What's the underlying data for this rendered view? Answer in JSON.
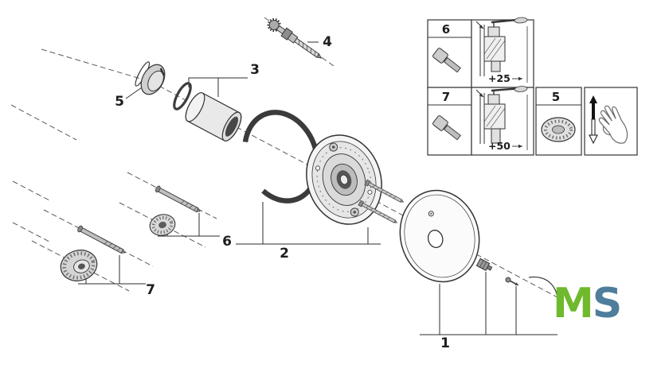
{
  "diagram": {
    "line_color": "#3a3a3a",
    "labels": {
      "p1": "1",
      "p2": "2",
      "p3": "3",
      "p4": "4",
      "p5": "5",
      "p6": "6",
      "p7": "7"
    },
    "inset": {
      "cell6": "6",
      "cell7": "7",
      "cell5": "5",
      "dim25": "+25",
      "dim50": "+50"
    },
    "watermark": {
      "m": "M",
      "s": "S",
      "m_color": "#6fb92c",
      "s_color": "#4f7d9c"
    }
  }
}
